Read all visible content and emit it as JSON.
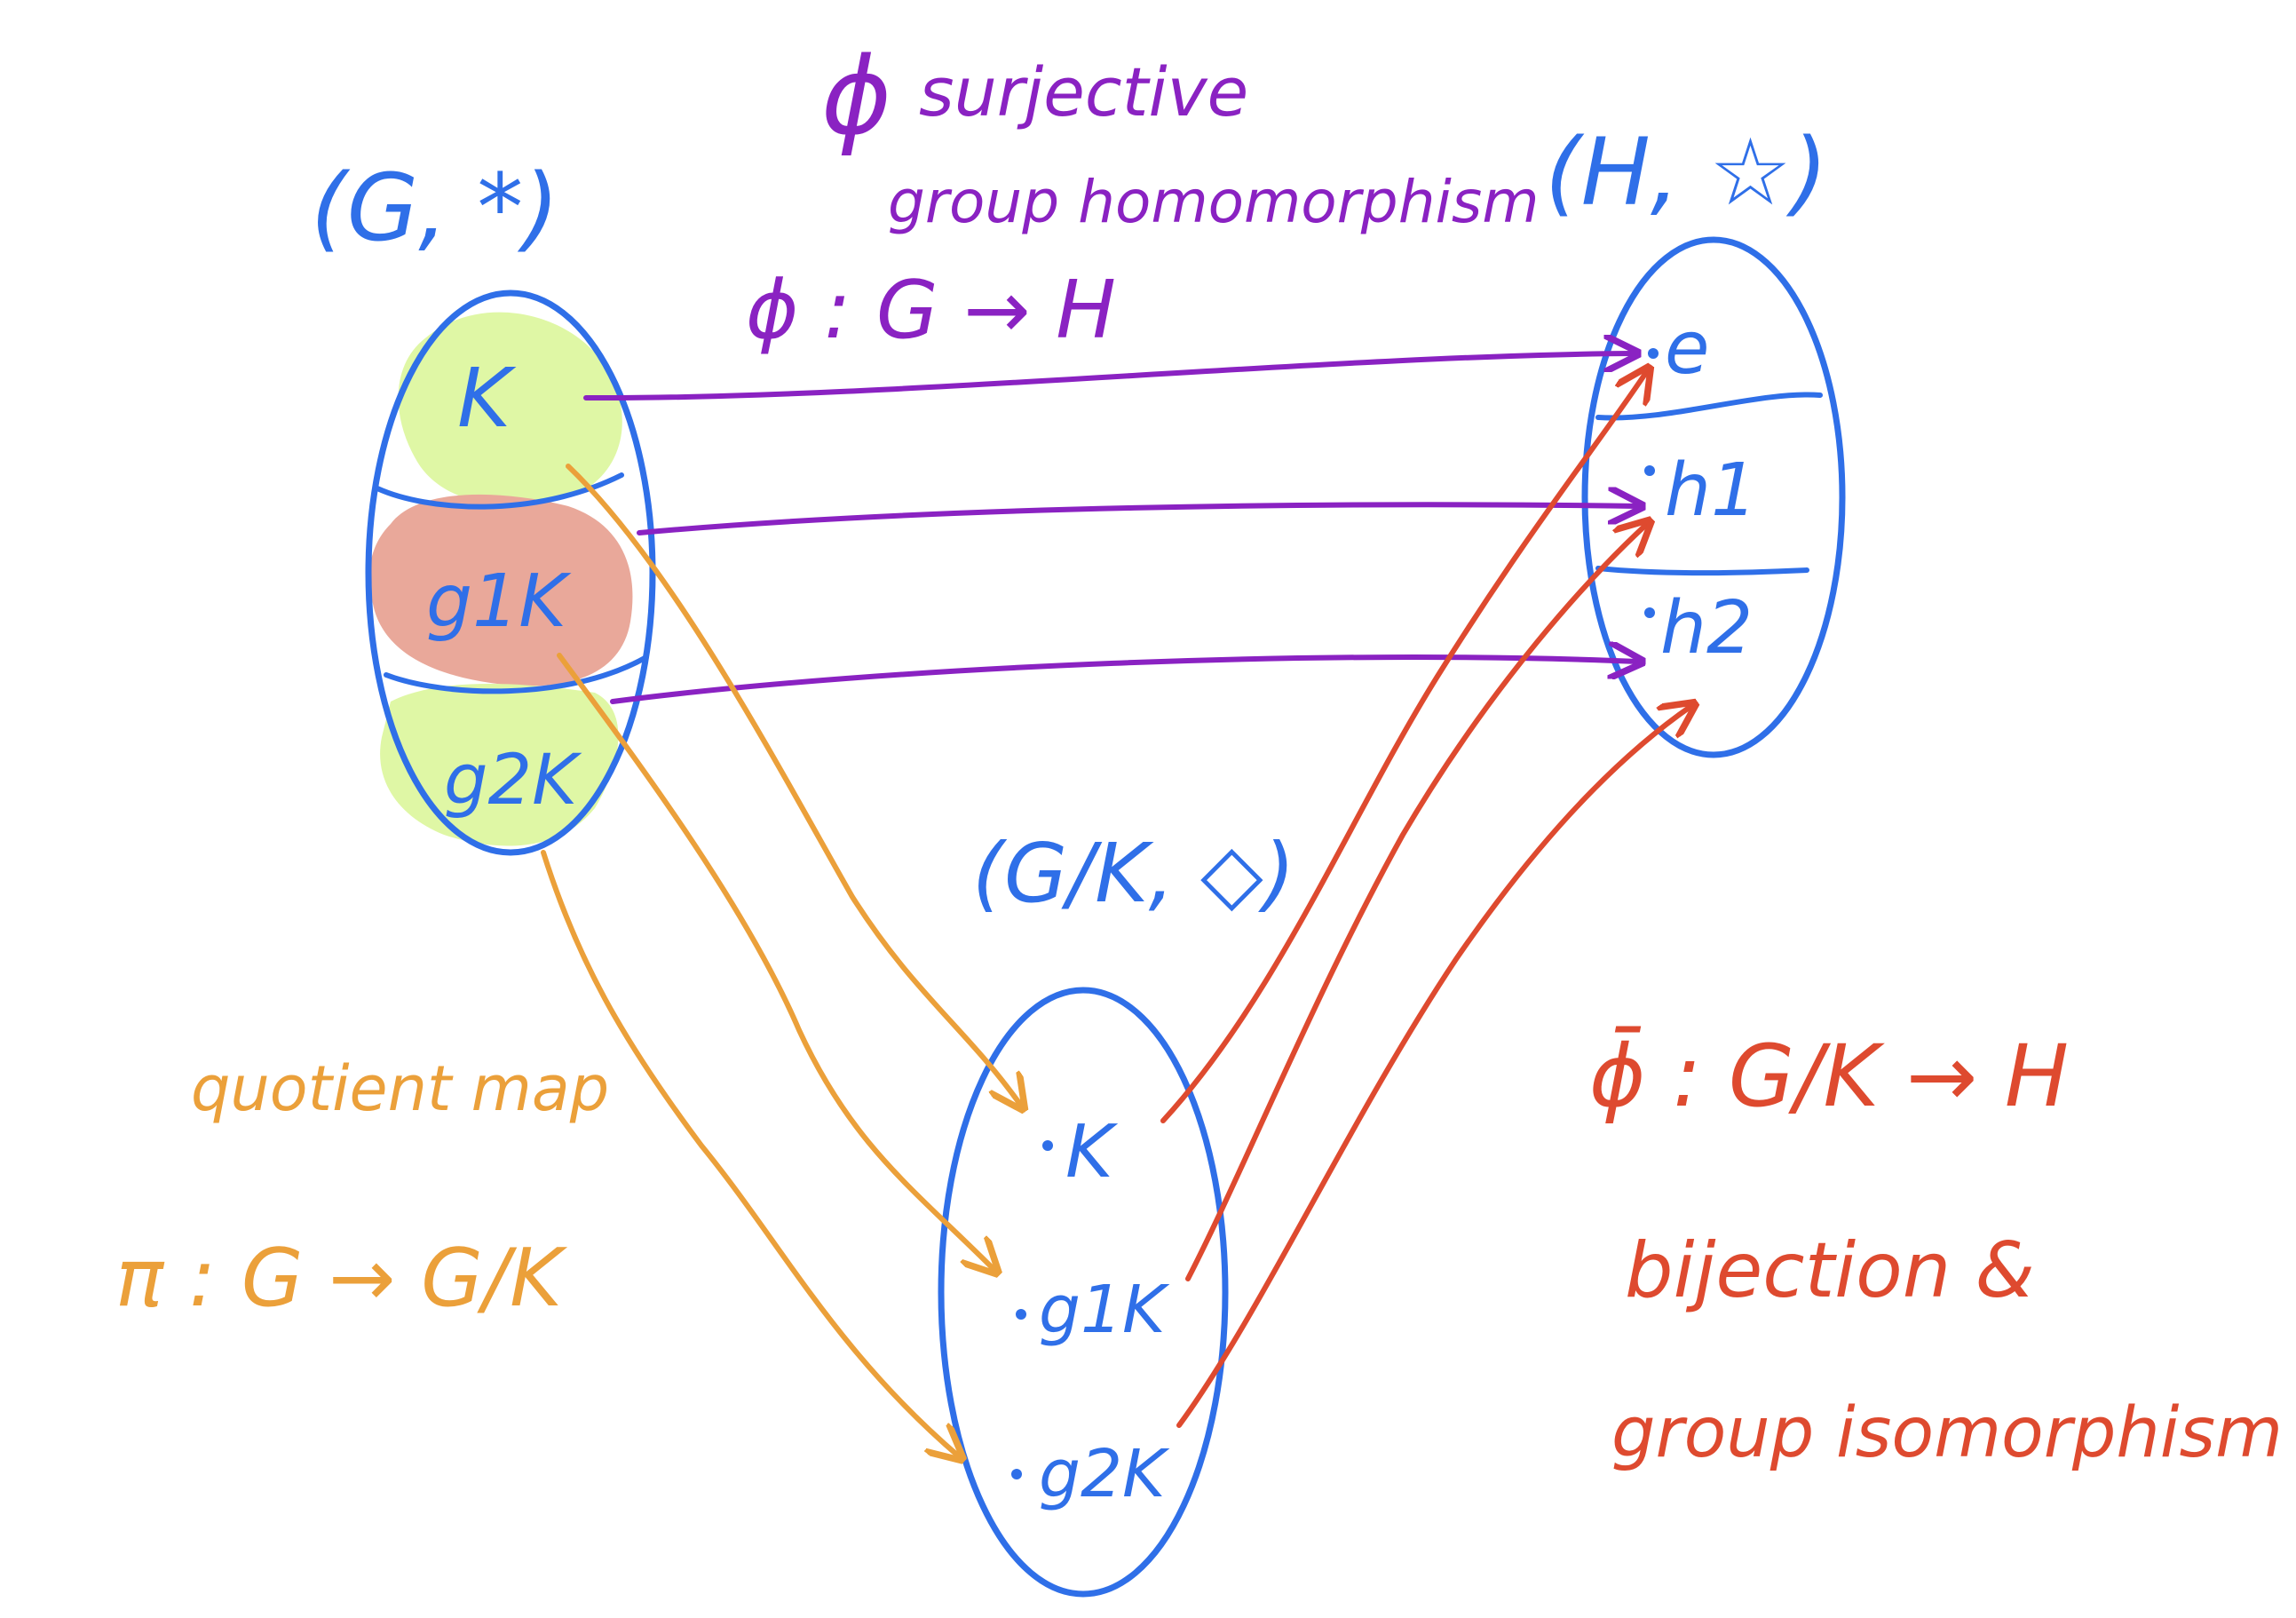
{
  "colors": {
    "blue": "#2f6fe8",
    "purple": "#8a22c2",
    "orange": "#eba03a",
    "red": "#de4a2f",
    "lime": "#dff7a5",
    "salmon": "#e9a89a"
  },
  "group_g": {
    "label": "(G, *)",
    "cosets": [
      "K",
      "g1K",
      "g2K"
    ]
  },
  "group_h": {
    "label": "(H, ☆)",
    "elements": [
      "e",
      "h1",
      "h2"
    ]
  },
  "quotient": {
    "label": "(G/K, ◇)",
    "elements": [
      "K",
      "g1K",
      "g2K"
    ]
  },
  "phi": {
    "symbol": "ϕ",
    "desc_line1": "surjective",
    "desc_line2": "group homomorphism",
    "map": "ϕ : G → H"
  },
  "pi": {
    "desc": "quotient map",
    "map": "π : G → G/K"
  },
  "phi_bar": {
    "map": "ϕ̄ : G/K → H",
    "desc_line1": "bijection  &",
    "desc_line2": "group isomorphism"
  }
}
